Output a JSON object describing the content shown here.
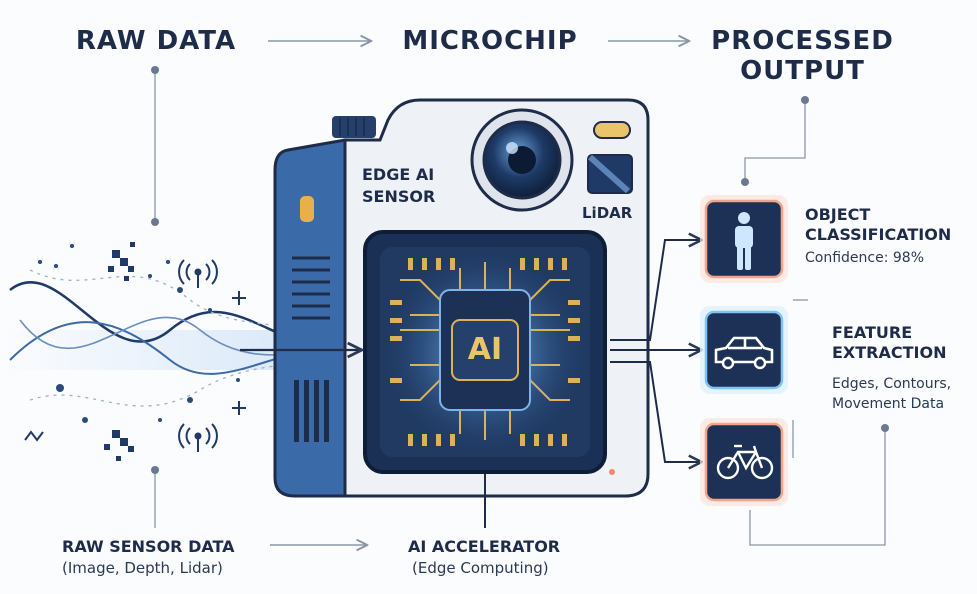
{
  "headers": {
    "raw": "RAW DATA",
    "microchip": "MICROCHIP",
    "processed_line1": "PROCESSED",
    "processed_line2": "OUTPUT"
  },
  "camera": {
    "edge_line1": "EDGE AI",
    "edge_line2": "SENSOR",
    "lidar": "LiDAR",
    "chip_text": "AI"
  },
  "bottom": {
    "raw_title": "RAW SENSOR DATA",
    "raw_sub": "(Image, Depth, Lidar)",
    "acc_title": "AI ACCELERATOR",
    "acc_sub": "(Edge Computing)"
  },
  "outputs": [
    {
      "icon": "person-icon",
      "title_line1": "OBJECT",
      "title_line2": "CLASSIFICATION",
      "detail_line1": "Confidence: 98%",
      "detail_line2": ""
    },
    {
      "icon": "car-icon",
      "title_line1": "FEATURE",
      "title_line2": "EXTRACTION",
      "detail_line1": "Edges, Contours,",
      "detail_line2": "Movement Data"
    },
    {
      "icon": "bicycle-icon",
      "title_line1": "",
      "title_line2": "",
      "detail_line1": "",
      "detail_line2": ""
    }
  ],
  "colors": {
    "navy": "#1e2c4a",
    "camera_blue": "#3b6aa8",
    "chip_dark": "#16294a",
    "gold": "#d9b25a",
    "glow_orange": "#f2a48a",
    "glow_blue": "#7fc4f2"
  }
}
